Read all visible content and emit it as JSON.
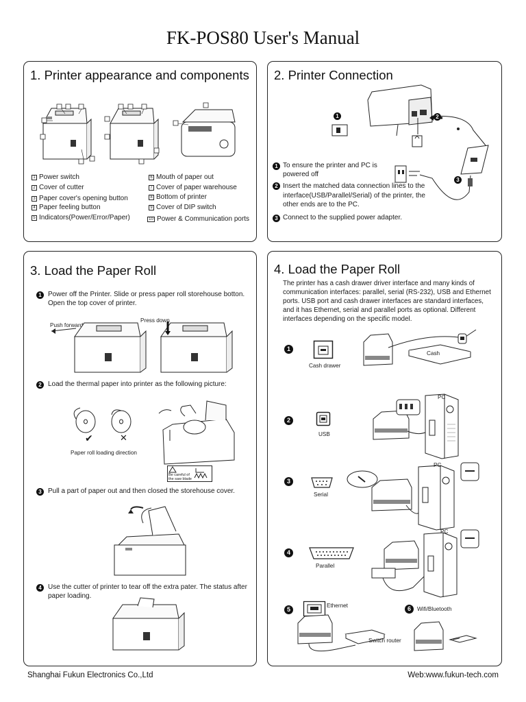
{
  "title": "FK-POS80 User's Manual",
  "section1": {
    "title": "1. Printer appearance and components",
    "legend": [
      {
        "num": "1",
        "label": "Power switch"
      },
      {
        "num": "2",
        "label": "Cover of cutter"
      },
      {
        "num": "3",
        "label": "Paper cover's opening button"
      },
      {
        "num": "4",
        "label": "Paper feeling button"
      },
      {
        "num": "5",
        "label": "Indicators(Power/Error/Paper)"
      },
      {
        "num": "6",
        "label": "Mouth of paper out"
      },
      {
        "num": "7",
        "label": "Cover of paper warehouse"
      },
      {
        "num": "8",
        "label": "Bottom of printer"
      },
      {
        "num": "9",
        "label": "Cover of DIP switch"
      },
      {
        "num": "10",
        "label": "Power & Communication ports"
      }
    ]
  },
  "section2": {
    "title": "2. Printer Connection",
    "steps": [
      {
        "num": "1",
        "text": "To ensure the printer and PC is powered off"
      },
      {
        "num": "2",
        "text": "Insert the matched data connection lines to the interface(USB/Parallel/Serial) of the printer, the other ends are to the PC."
      },
      {
        "num": "3",
        "text": "Connect to the supplied power adapter."
      }
    ],
    "markers": [
      "1",
      "2",
      "3"
    ]
  },
  "section3": {
    "title": "3. Load the Paper Roll",
    "steps": [
      {
        "num": "1",
        "text": "Power off the Printer. Slide or press paper roll storehouse botton. Open the top cover of printer."
      },
      {
        "num": "2",
        "text": "Load the thermal paper into printer as the following picture:"
      },
      {
        "num": "3",
        "text": "Pull a part of paper out and then closed the storehouse cover."
      },
      {
        "num": "4",
        "text": "Use the cutter of printer to tear off the extra pater. The status after paper loading."
      }
    ],
    "labels": {
      "push_forward": "Push forward",
      "press_down": "Press down",
      "direction": "Paper roll loading direction",
      "check": "✔",
      "cross": "✕",
      "caution": "Be careful of the saw blade"
    }
  },
  "section4": {
    "title": "4. Load the Paper Roll",
    "intro": "The printer has a cash drawer driver interface and many kinds of communication interfaces: parallel, serial (RS-232), USB and Ethernet ports. USB port and cash drawer interfaces are standard interfaces, and it has Ethernet, serial and parallel ports as optional. Different interfaces depending on the specific model.",
    "items": [
      {
        "num": "1",
        "label": "Cash drawer"
      },
      {
        "num": "2",
        "label": "USB"
      },
      {
        "num": "3",
        "label": "Serial"
      },
      {
        "num": "4",
        "label": "Parallel"
      },
      {
        "num": "5",
        "label": "Ethernet"
      },
      {
        "num": "6",
        "label": "Wifi/Bluetooth"
      }
    ],
    "cash": "Cash",
    "pc": "PC",
    "switch_router": "Switch router"
  },
  "footer": {
    "company": "Shanghai Fukun Electronics Co.,Ltd",
    "web": "Web:www.fukun-tech.com"
  }
}
